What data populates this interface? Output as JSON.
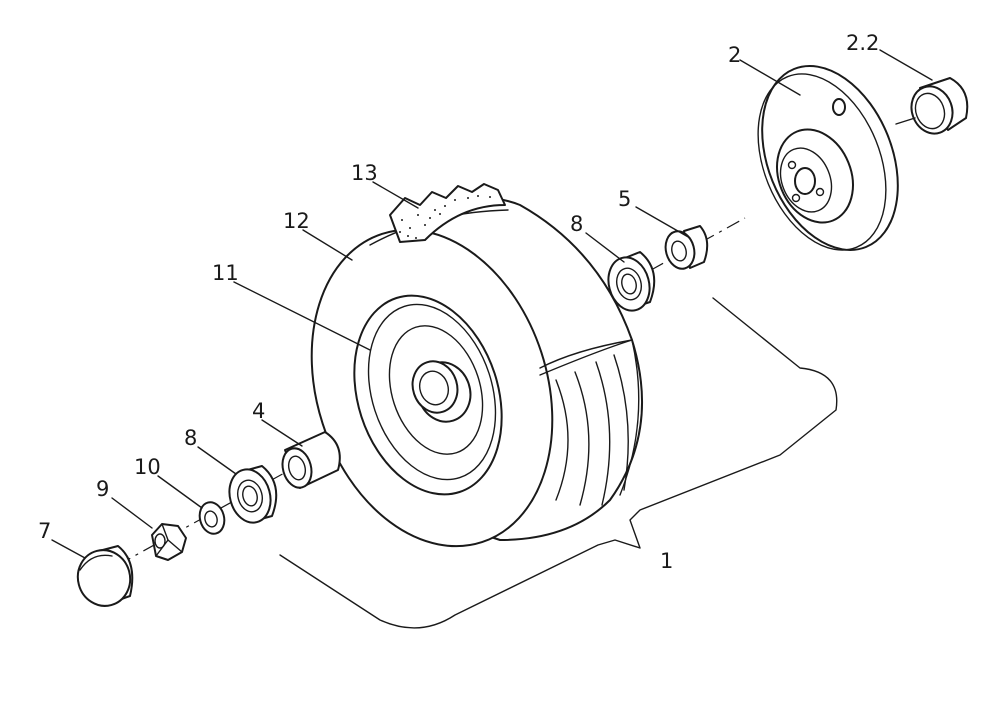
{
  "diagram": {
    "type": "exploded-parts-view",
    "subject": "wheel assembly",
    "callouts": [
      {
        "id": "1",
        "text": "1"
      },
      {
        "id": "2",
        "text": "2"
      },
      {
        "id": "2.2",
        "text": "2.2"
      },
      {
        "id": "4",
        "text": "4"
      },
      {
        "id": "5",
        "text": "5"
      },
      {
        "id": "7",
        "text": "7"
      },
      {
        "id": "8a",
        "text": "8"
      },
      {
        "id": "8b",
        "text": "8"
      },
      {
        "id": "9",
        "text": "9"
      },
      {
        "id": "10",
        "text": "10"
      },
      {
        "id": "11",
        "text": "11"
      },
      {
        "id": "12",
        "text": "12"
      },
      {
        "id": "13",
        "text": "13"
      }
    ]
  }
}
